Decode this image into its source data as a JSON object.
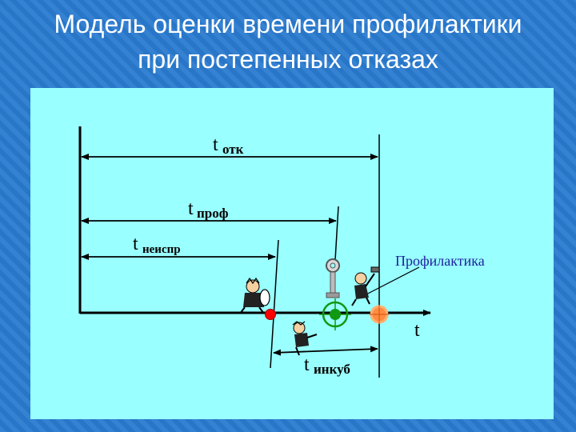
{
  "slide": {
    "title_line1": "Модель оценки времени профилактики",
    "title_line2": "при постепенных отказах"
  },
  "diagram": {
    "labels": {
      "t_otk_main": "t",
      "t_otk_sub": "отк",
      "t_prof_main": "t",
      "t_prof_sub": "проф",
      "t_neispr_main": "t",
      "t_neispr_sub": "неиспр",
      "t_inkub_main": "t",
      "t_inkub_sub": "инкуб",
      "axis_t": "t",
      "profilaktika": "Профилактика"
    },
    "colors": {
      "panel_background": "#99ffff",
      "slide_background": "#2a7bd0",
      "failure_point": "#ff0000",
      "target_circle": "#119911",
      "orange_point": "#ff8c40",
      "label_blue": "#1f1f9f"
    }
  }
}
